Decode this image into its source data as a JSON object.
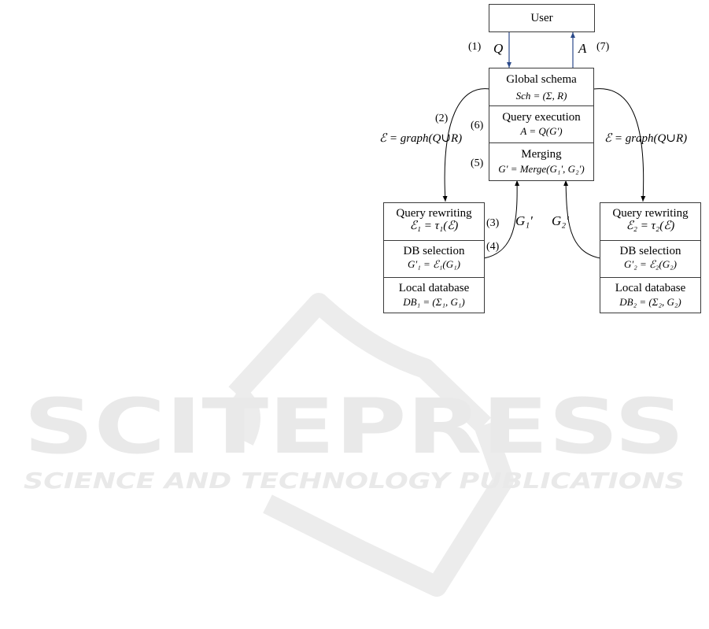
{
  "watermark": {
    "main_text": "SCITEPRESS",
    "sub_text": "SCIENCE AND TECHNOLOGY PUBLICATIONS",
    "color": "#e9e9e9"
  },
  "colors": {
    "user_arrows": "#2b4a8a",
    "box_border": "#3a3a3a",
    "arrows": "#000000"
  },
  "user": {
    "label": "User"
  },
  "global": {
    "schema_title": "Global schema",
    "schema_formula": "Sch = (Σ, R)",
    "exec_title": "Query execution",
    "exec_formula": "A = Q(G')",
    "merge_title": "Merging",
    "merge_formula": "G' = Merge(G₁', G₂')"
  },
  "left_db": {
    "rewrite_title": "Query rewriting",
    "rewrite_formula": "ℰ₁ = τ₁(ℰ)",
    "select_title": "DB selection",
    "select_formula": "G′₁ = ℰ₁(G₁)",
    "local_title": "Local database",
    "local_formula": "DB₁ = (Σ₁, G₁)"
  },
  "right_db": {
    "rewrite_title": "Query rewriting",
    "rewrite_formula": "ℰ₂ = τ₂(ℰ)",
    "select_title": "DB selection",
    "select_formula": "G′₂ = ℰ₂(G₂)",
    "local_title": "Local database",
    "local_formula": "DB₂ = (Σ₂, G₂)"
  },
  "steps": {
    "s1": "(1)",
    "s2": "(2)",
    "s3": "(3)",
    "s4": "(4)",
    "s5": "(5)",
    "s6": "(6)",
    "s7": "(7)"
  },
  "edge_labels": {
    "q": "Q",
    "a": "A",
    "left_e": "ℰ = graph(Q∪R)",
    "right_e": "ℰ = graph(Q∪R)",
    "g1": "G₁'",
    "g2": "G₂'"
  }
}
